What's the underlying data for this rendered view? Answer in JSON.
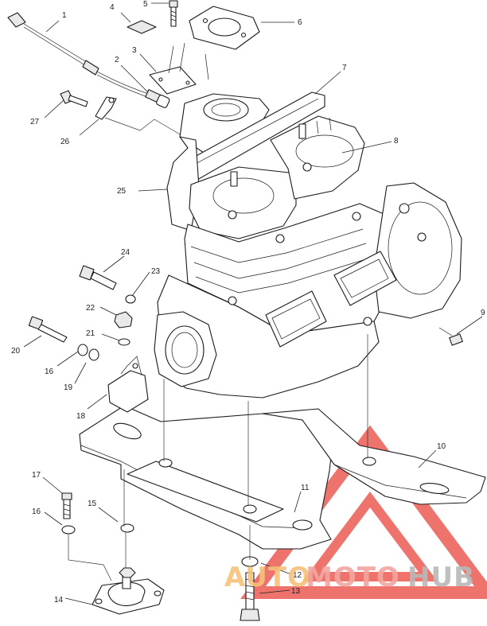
{
  "callouts": {
    "c1": "1",
    "c2": "2",
    "c3": "3",
    "c4": "4",
    "c5": "5",
    "c6": "6",
    "c7": "7",
    "c8": "8",
    "c9": "9",
    "c10": "10",
    "c11": "11",
    "c12": "12",
    "c13": "13",
    "c14": "14",
    "c15": "15",
    "c16a": "16",
    "c16b": "16",
    "c17": "17",
    "c18": "18",
    "c19": "19",
    "c20": "20",
    "c21": "21",
    "c22": "22",
    "c23": "23",
    "c24": "24",
    "c25": "25",
    "c26": "26",
    "c27": "27"
  },
  "watermark": {
    "auto": "AUTO",
    "moto": "MOTO",
    "hub": "HUB"
  },
  "colors": {
    "line": "#1a1a1a",
    "watermark_red": "#e8453c",
    "watermark_orange": "#f6a23a",
    "watermark_gray": "#9a9a9a"
  }
}
